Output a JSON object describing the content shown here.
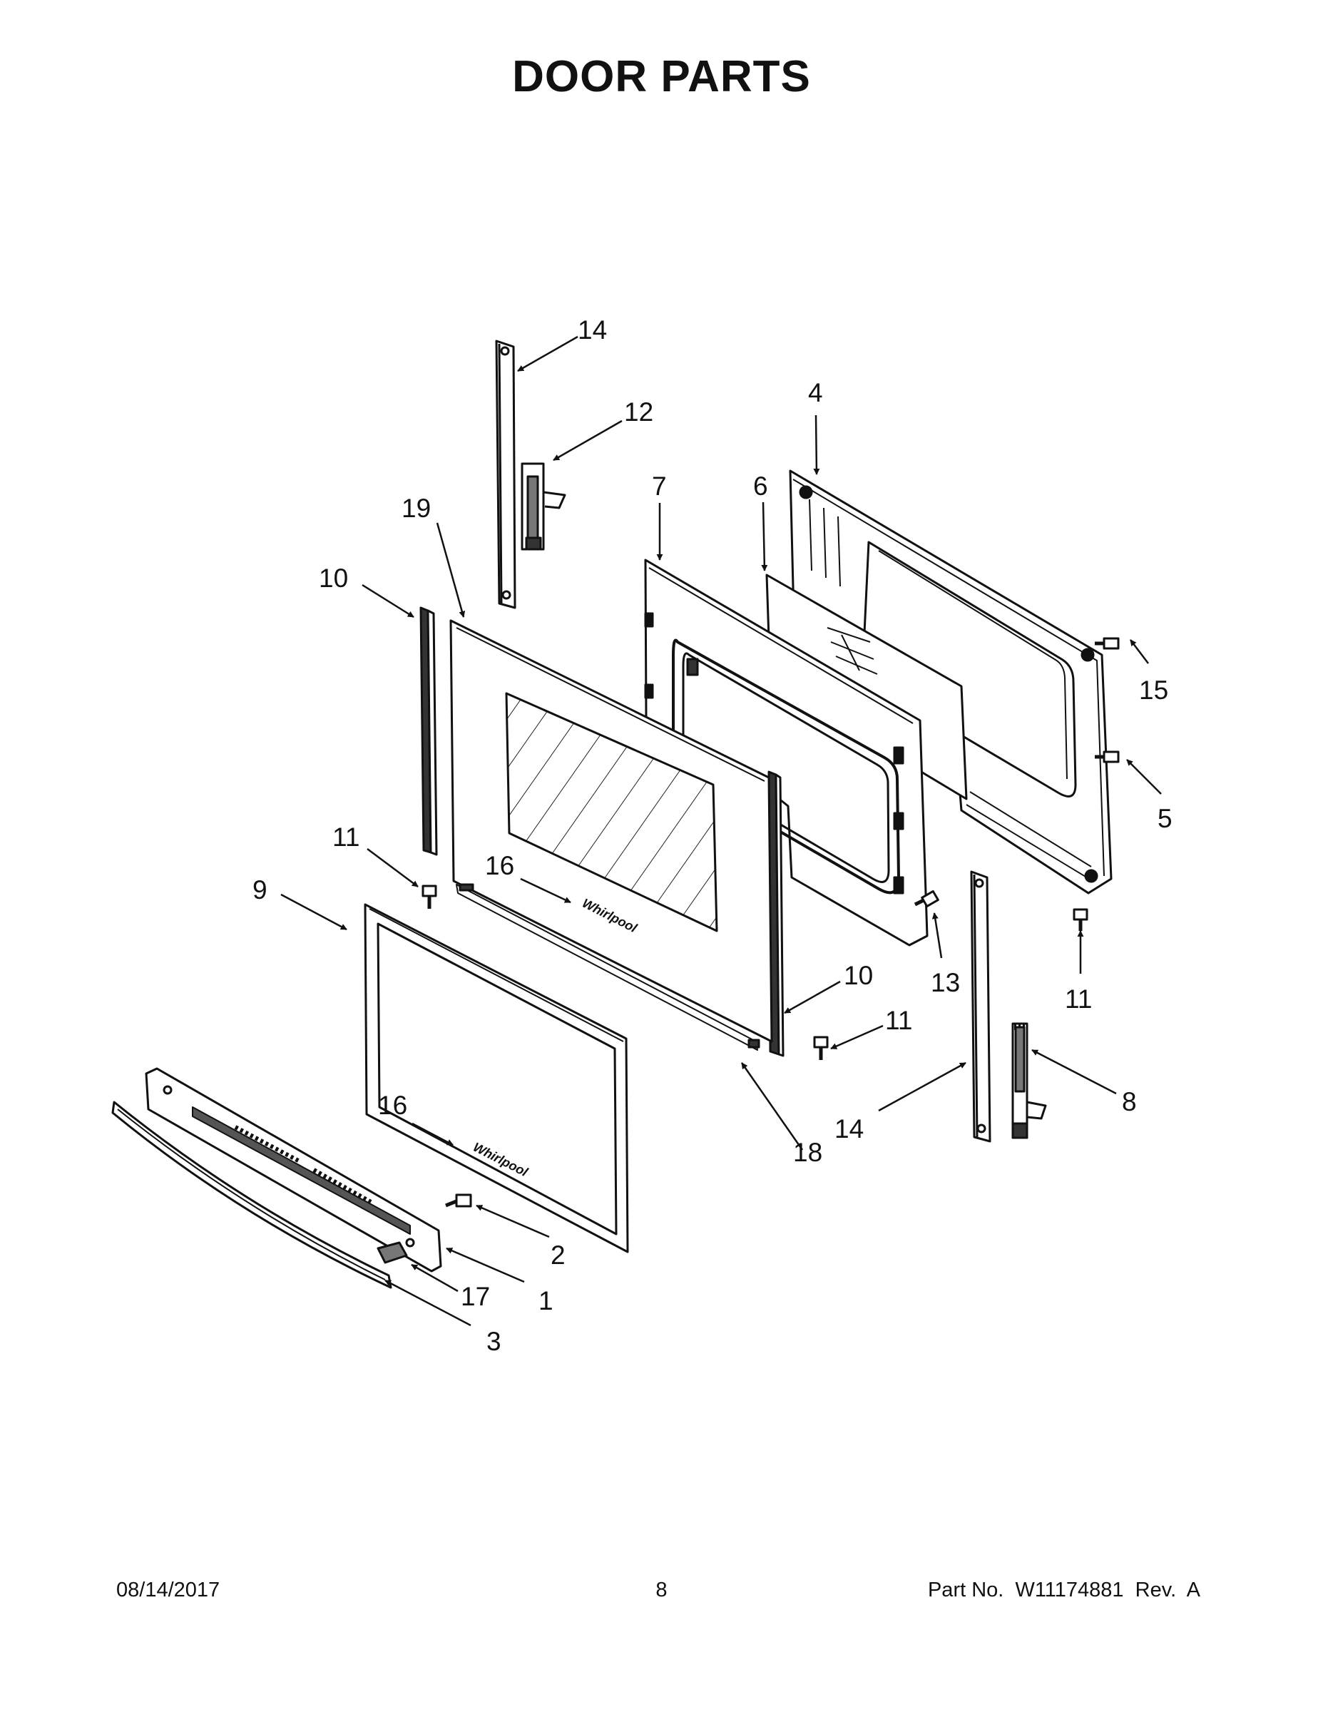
{
  "title": "DOOR PARTS",
  "footer": {
    "date": "08/14/2017",
    "page": "8",
    "part_number": "Part No.  W11174881  Rev.  A"
  },
  "callouts": {
    "c14a": "14",
    "c12": "12",
    "c4": "4",
    "c19": "19",
    "c7": "7",
    "c6": "6",
    "c10a": "10",
    "c15": "15",
    "c5": "5",
    "c11a": "11",
    "c16a": "16",
    "c9": "9",
    "c13": "13",
    "c11b": "11",
    "c10b": "10",
    "c11c": "11",
    "c8": "8",
    "c14b": "14",
    "c18": "18",
    "c16b": "16",
    "c2": "2",
    "c1": "1",
    "c17": "17",
    "c3": "3"
  },
  "logo_text": "Whirlpool"
}
